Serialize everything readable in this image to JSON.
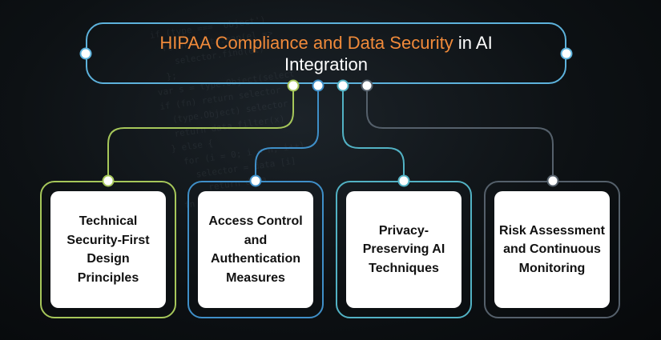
{
  "title": {
    "highlight": "HIPAA Compliance and Data Security",
    "rest": "in AI Integration"
  },
  "cards": [
    {
      "label": "Technical Security-First Design Principles",
      "color": "#a6c75a"
    },
    {
      "label": "Access Control and Authentication Measures",
      "color": "#3f8fc8"
    },
    {
      "label": "Privacy-Preserving AI Techniques",
      "color": "#52b2c4"
    },
    {
      "label": "Risk Assessment and Continuous Monitoring",
      "color": "#55606b"
    }
  ],
  "colors": {
    "title_border": "#5db2dc",
    "title_accent": "#f08a3a",
    "background": "#0d1114"
  }
}
